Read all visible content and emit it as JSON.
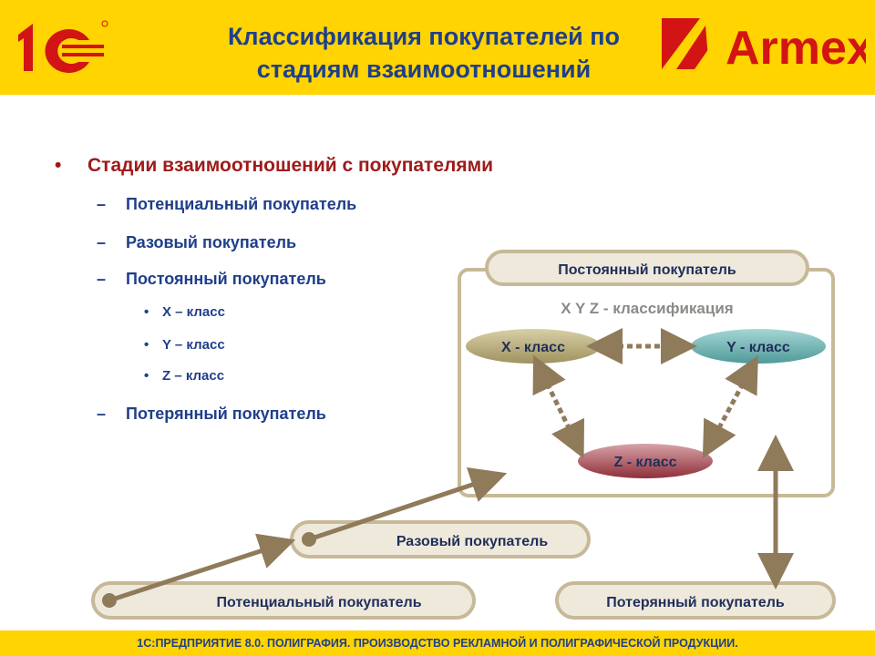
{
  "header": {
    "title_line1": "Классификация покупателей по",
    "title_line2": "стадиям взаимоотношений",
    "logo_left": "1С",
    "logo_right": "Armex"
  },
  "bullets": {
    "main": "Стадии взаимоотношений с покупателями",
    "sub1": "Потенциальный покупатель",
    "sub2": "Разовый покупатель",
    "sub3": "Постоянный покупатель",
    "sub3_items": [
      "X – класс",
      "Y – класс",
      "Z – класс"
    ],
    "sub4": "Потерянный покупатель",
    "dash": "–",
    "dot": "•"
  },
  "diagram": {
    "regular_label": "Постоянный покупатель",
    "xyz_label": "X Y Z - классификация",
    "x_class": "X - класс",
    "y_class": "Y - класс",
    "z_class": "Z - класс",
    "one_time": "Разовый  покупатель",
    "potential": "Потенциальный  покупатель",
    "lost": "Потерянный  покупатель",
    "colors": {
      "pill_fill": "#efe9dc",
      "pill_border": "#9b8866",
      "arrow": "#8f7b5a",
      "x_pill": "#b7ab7c",
      "y_pill": "#6fb0b0",
      "z_pill": "#a8454f"
    }
  },
  "footer": {
    "text": "1С:ПРЕДПРИЯТИЕ 8.0. ПОЛИГРАФИЯ. ПРОИЗВОДСТВО РЕКЛАМНОЙ И ПОЛИГРАФИЧЕСКОЙ ПРОДУКЦИИ."
  }
}
